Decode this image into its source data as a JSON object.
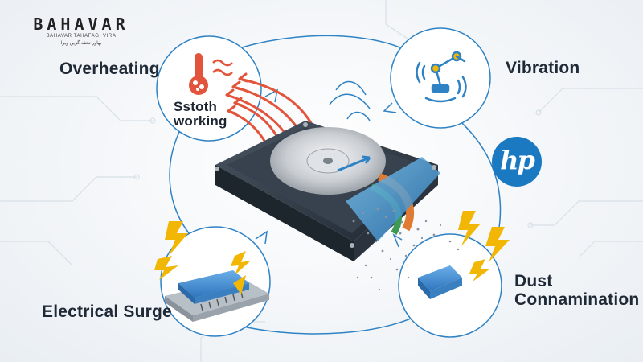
{
  "logo": {
    "brand": "BAHAVAR",
    "tagline": "BAHAVAR TAHAFAGI VIRA",
    "tagline_fa": "بهاور تحفه گزین ویرا"
  },
  "labels": {
    "overheating": "Overheating",
    "stooth_line1": "Sstoth",
    "stooth_line2": "working",
    "vibration": "Vibration",
    "electrical_surge": "Electrical Surge",
    "dust_line1": "Dust",
    "dust_line2": "Connamination"
  },
  "hp_logo": {
    "text": "hp"
  },
  "colors": {
    "accent_blue": "#2f82c4",
    "heat_red": "#e2553c",
    "disk_orange": "#e07b31",
    "disk_green": "#3d9a52",
    "bolt_yellow": "#f2b705",
    "chip_blue": "#4a90d0"
  },
  "icons": [
    "thermometer-icon",
    "robot-arm-icon",
    "chip-icon",
    "lightning-icon",
    "dust-module-icon",
    "hdd-icon"
  ]
}
